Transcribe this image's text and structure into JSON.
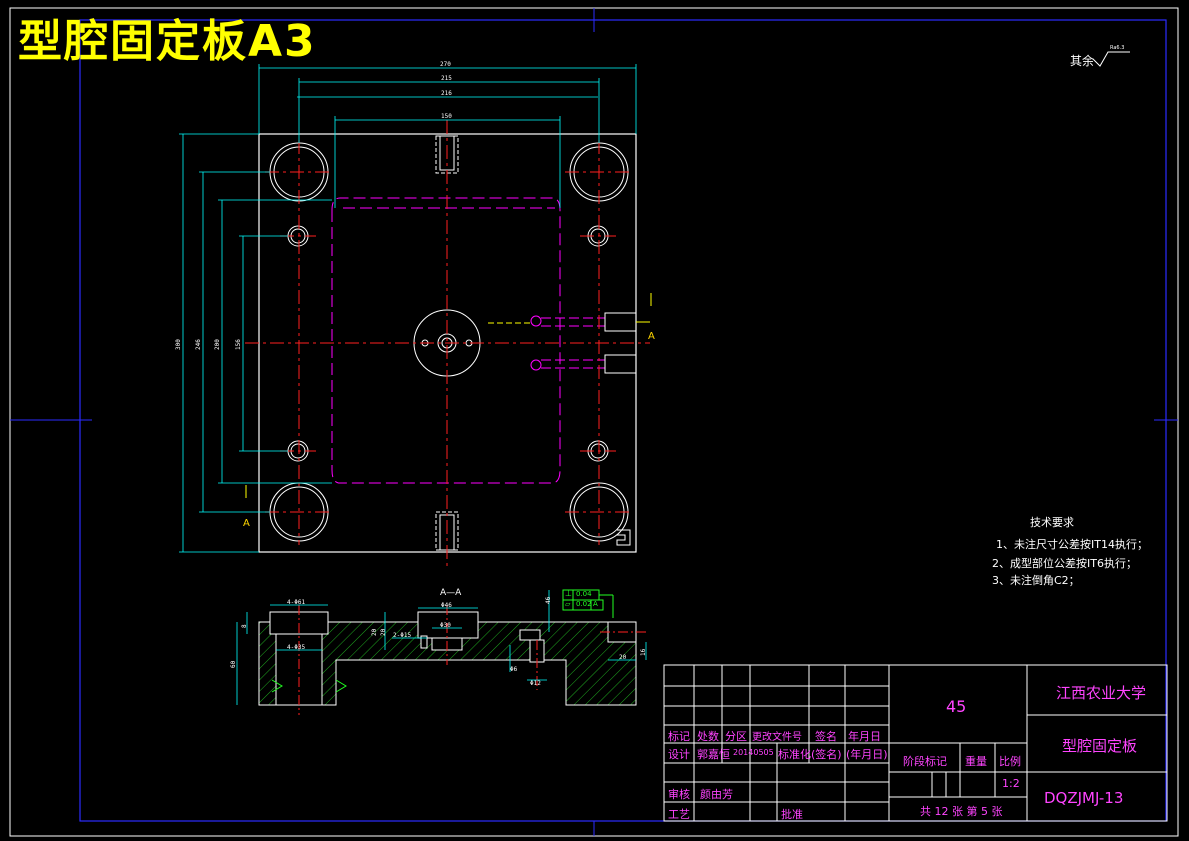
{
  "title": "型腔固定板A3",
  "roughness_note": "其余",
  "roughness_value": "Ra6.3",
  "section_label": "A—A",
  "cut_marks": [
    "A",
    "A"
  ],
  "tech_requirements": {
    "heading": "技术要求",
    "items": [
      "1、未注尺寸公差按IT14执行；",
      "2、成型部位公差按IT6执行；",
      "3、未注倒角C2；"
    ]
  },
  "dimensions": {
    "plan": [
      "270",
      "215",
      "216",
      "150",
      "300",
      "246",
      "200",
      "156"
    ],
    "section": [
      "4-Φ61",
      "4-Φ35",
      "Φ46",
      "Φ30",
      "2-Φ15",
      "Φ6",
      "Φ12",
      "46",
      "20",
      "20",
      "8",
      "60",
      "20",
      "16"
    ]
  },
  "tolerances": [
    {
      "symbol": "⊥",
      "value": "0.04"
    },
    {
      "symbol": "▱",
      "value": "0.02",
      "datum": "A"
    }
  ],
  "title_block": {
    "material": "45",
    "university": "江西农业大学",
    "part_name": "型腔固定板",
    "drawing_no": "DQZJMJ-13",
    "scale_label": "比例",
    "scale": "1:2",
    "weight_label": "重量",
    "stage_label": "阶段标记",
    "sheets": "共 12 张 第 5 张",
    "rev_headers": [
      "标记",
      "处数",
      "分区",
      "更改文件号",
      "签名",
      "年月日"
    ],
    "design_label": "设计",
    "designer": "郭嘉恒",
    "date": "20140505",
    "standardize": "标准化",
    "sign_placeholder": "(签名)",
    "date_placeholder": "(年月日)",
    "check_label": "审核",
    "checker": "颜由芳",
    "process_label": "工艺",
    "approve_label": "批准"
  }
}
